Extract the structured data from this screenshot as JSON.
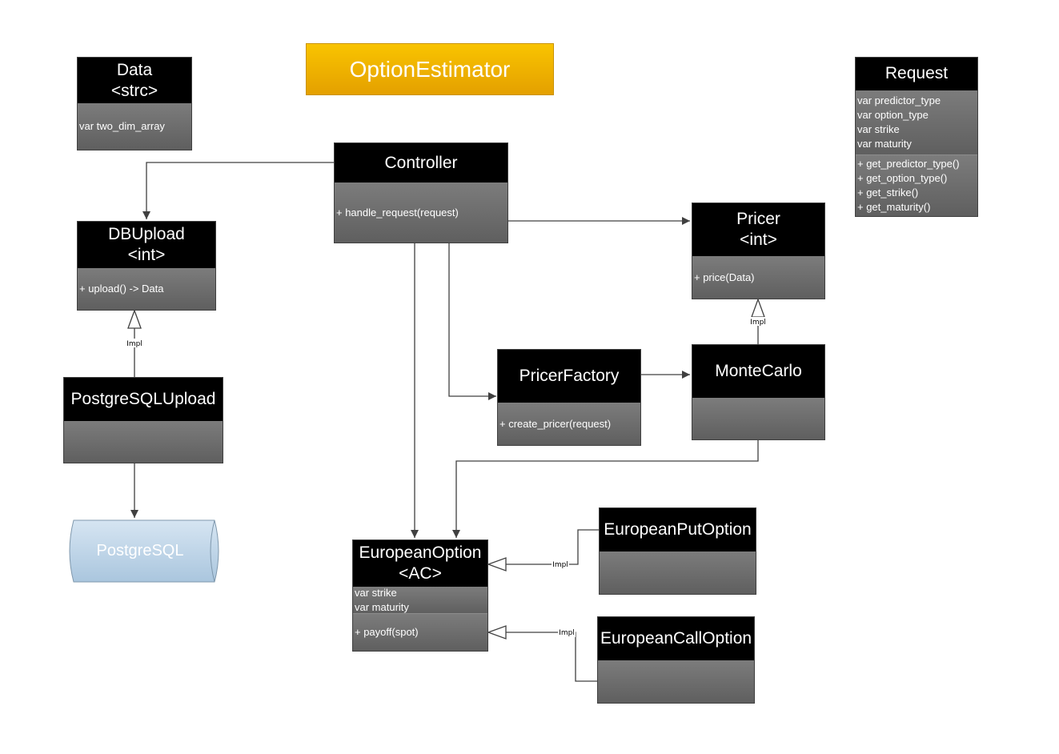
{
  "title": "OptionEstimator",
  "classes": {
    "data": {
      "name": "Data",
      "stereotype": "<strc>",
      "attrs": [
        "var two_dim_array"
      ]
    },
    "request": {
      "name": "Request",
      "attrs": [
        "var predictor_type",
        "var option_type",
        "var strike",
        "var maturity"
      ],
      "methods": [
        "+ get_predictor_type()",
        "+ get_option_type()",
        "+ get_strike()",
        "+ get_maturity()"
      ]
    },
    "controller": {
      "name": "Controller",
      "methods": [
        "+ handle_request(request)"
      ]
    },
    "dbupload": {
      "name": "DBUpload",
      "stereotype": "<int>",
      "methods": [
        "+ upload() -> Data"
      ]
    },
    "pricer": {
      "name": "Pricer",
      "stereotype": "<int>",
      "methods": [
        "+ price(Data)"
      ]
    },
    "postgresqlupload": {
      "name": "PostgreSQLUpload"
    },
    "pricerfactory": {
      "name": "PricerFactory",
      "methods": [
        "+ create_pricer(request)"
      ]
    },
    "montecarlo": {
      "name": "MonteCarlo"
    },
    "europeanoption": {
      "name": "EuropeanOption",
      "stereotype": "<AC>",
      "attrs": [
        "var strike",
        "var maturity"
      ],
      "methods": [
        "+ payoff(spot)"
      ]
    },
    "europeanputoption": {
      "name": "EuropeanPutOption"
    },
    "europeancalloption": {
      "name": "EuropeanCallOption"
    }
  },
  "database": {
    "label": "PostgreSQL"
  },
  "edges": {
    "impl_label": "Impl"
  },
  "colors": {
    "title_fill": "#f2b800",
    "header_fill": "#000000",
    "body_fill": "#6e6e6e",
    "database_fill": "#c5d9ea",
    "edge": "#404040"
  }
}
